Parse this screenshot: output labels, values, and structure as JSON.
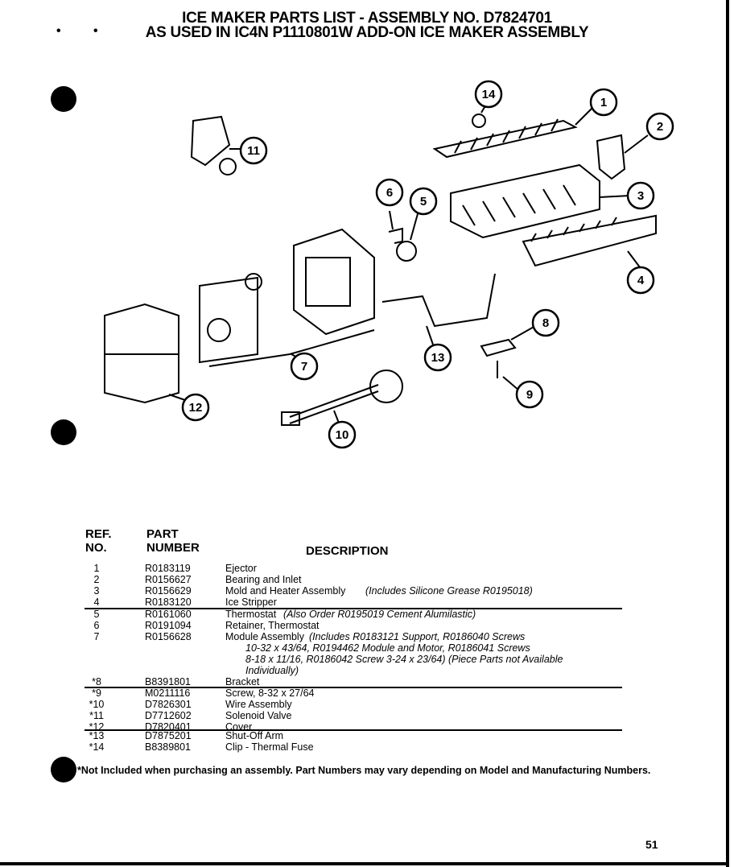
{
  "header": {
    "line1": "ICE MAKER PARTS LIST - ASSEMBLY NO. D7824701",
    "line2": "AS USED IN IC4N P1110801W ADD-ON ICE MAKER ASSEMBLY"
  },
  "diagram": {
    "callouts": [
      "1",
      "2",
      "3",
      "4",
      "5",
      "6",
      "7",
      "8",
      "9",
      "10",
      "11",
      "12",
      "13",
      "14"
    ]
  },
  "table": {
    "headers": {
      "ref1": "REF.",
      "ref2": "NO.",
      "part1": "PART",
      "part2": "NUMBER",
      "desc": "DESCRIPTION"
    },
    "rows": [
      {
        "ref": "1",
        "part": "R0183119",
        "desc": "Ejector",
        "note": ""
      },
      {
        "ref": "2",
        "part": "R0156627",
        "desc": "Bearing and Inlet",
        "note": ""
      },
      {
        "ref": "3",
        "part": "R0156629",
        "desc": "Mold and Heater Assembly",
        "note": "(Includes Silicone Grease R0195018)"
      },
      {
        "ref": "4",
        "part": "R0183120",
        "desc": "Ice Stripper",
        "note": ""
      },
      {
        "ref": "5",
        "part": "R0161060",
        "desc": "Thermostat",
        "note": "(Also Order R0195019 Cement Alumilastic)"
      },
      {
        "ref": "6",
        "part": "R0191094",
        "desc": "Retainer, Thermostat",
        "note": ""
      },
      {
        "ref": "7",
        "part": "R0156628",
        "desc": "Module Assembly",
        "note": "(Includes R0183121 Support, R0186040 Screws"
      },
      {
        "ref": "*8",
        "part": "B8391801",
        "desc": "Bracket",
        "note": ""
      },
      {
        "ref": "*9",
        "part": "M0211116",
        "desc": "Screw, 8-32 x 27/64",
        "note": ""
      },
      {
        "ref": "*10",
        "part": "D7826301",
        "desc": "Wire Assembly",
        "note": ""
      },
      {
        "ref": "*11",
        "part": "D7712602",
        "desc": "Solenoid Valve",
        "note": ""
      },
      {
        "ref": "*12",
        "part": "D7820401",
        "desc": "Cover",
        "note": ""
      },
      {
        "ref": "*13",
        "part": "D7875201",
        "desc": "Shut-Off Arm",
        "note": ""
      },
      {
        "ref": "*14",
        "part": "B8389801",
        "desc": "Clip - Thermal Fuse",
        "note": ""
      }
    ],
    "row7_continuation": [
      "10-32 x 43/64, R0194462 Module and Motor, R0186041 Screws",
      "8-18 x 11/16, R0186042 Screw 3-24 x 23/64) (Piece Parts not Available",
      "Individually)"
    ]
  },
  "footnote": "*Not Included when purchasing an assembly. Part Numbers may vary depending on Model and Manufacturing Numbers.",
  "page_number": "51"
}
